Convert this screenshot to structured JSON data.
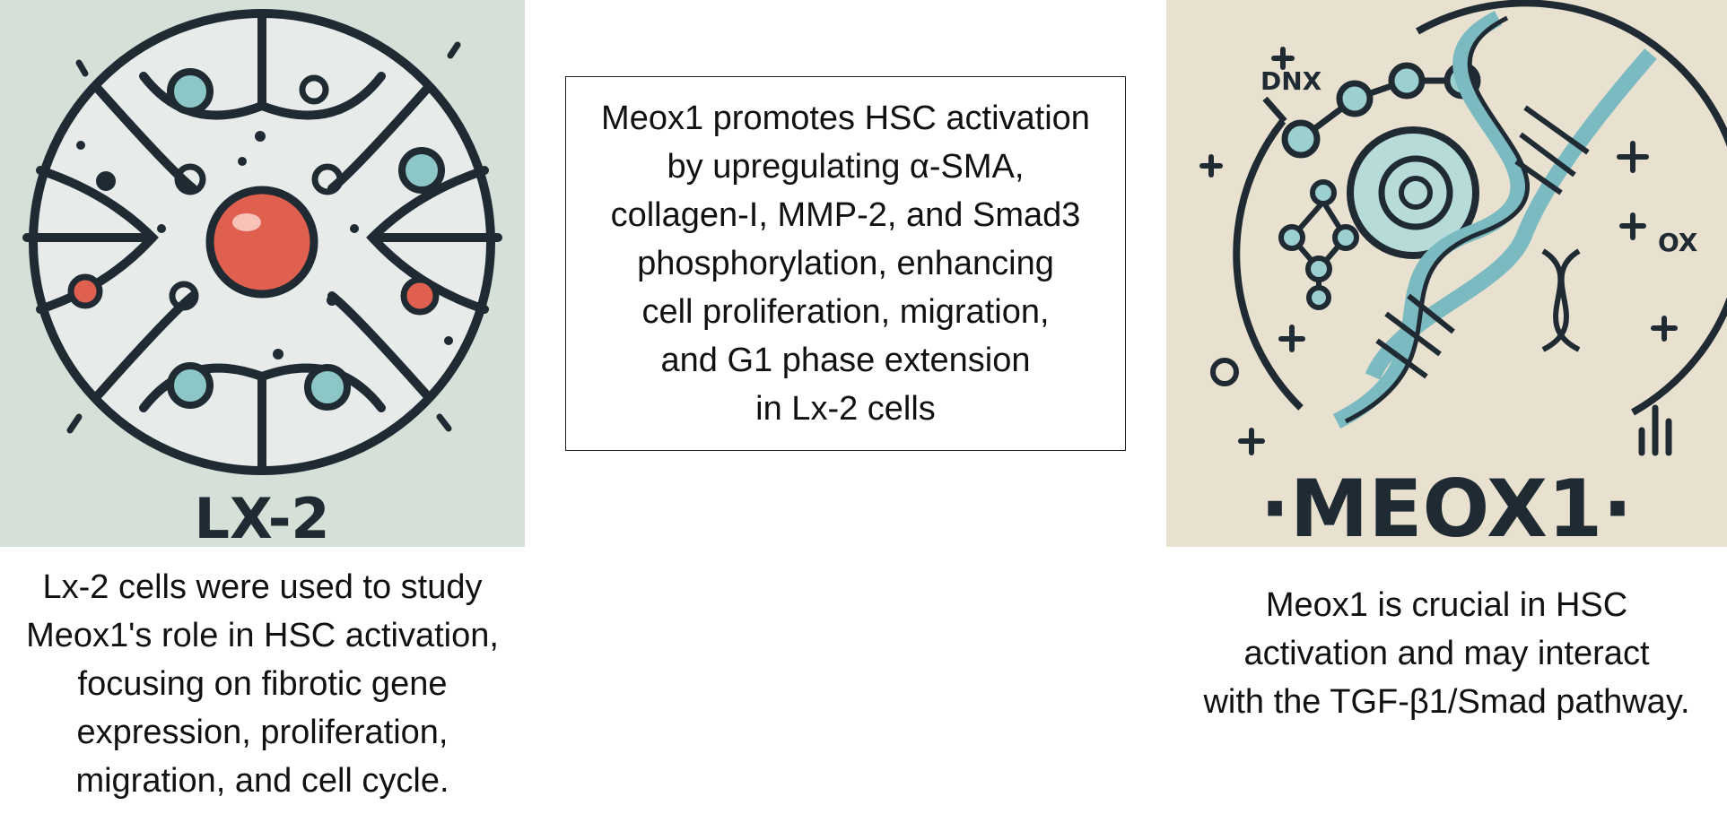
{
  "lx2_panel": {
    "logo_label": "LX-2",
    "caption_lines": [
      "Lx-2 cells were used to study",
      "Meox1's role in HSC activation,",
      "focusing on fibrotic gene",
      "expression, proliferation,",
      "migration, and cell cycle."
    ]
  },
  "center_box": {
    "lines": [
      "Meox1 promotes HSC activation",
      "by upregulating α-SMA,",
      "collagen-I, MMP-2, and Smad3",
      "phosphorylation, enhancing",
      "cell proliferation, migration,",
      "and G1 phase extension",
      "in Lx-2 cells"
    ]
  },
  "meox_panel": {
    "logo_label": "·MEOX1·",
    "dna_label": "DNX",
    "ox_label": "OX",
    "caption_lines": [
      "Meox1 is crucial in HSC",
      "activation and may interact",
      "with the TGF-β1/Smad pathway."
    ]
  },
  "colors": {
    "lx2_background": "#d5e0d8",
    "meox_background": "#e9e1d0",
    "outline": "#1f2a33",
    "red_nucleus": "#e0604f",
    "teal": "#8cc6c6"
  }
}
